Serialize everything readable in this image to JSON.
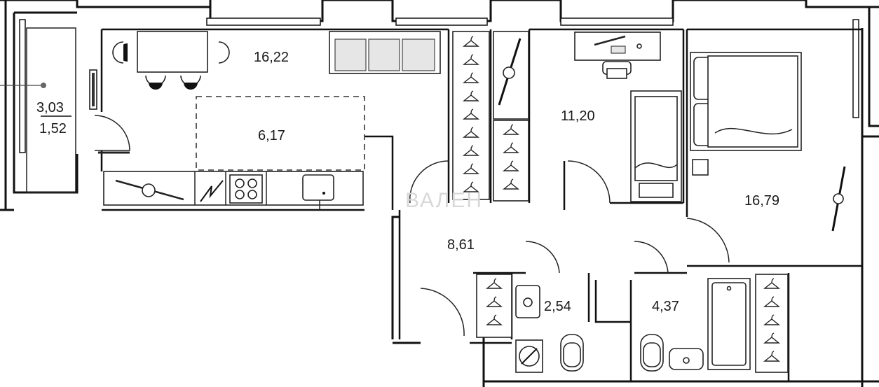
{
  "rooms": {
    "living_kitchen": "16,22",
    "kitchen_zone": "6,17",
    "balcony_total": "3,03",
    "balcony_reduced": "1,52",
    "bedroom_small": "11,20",
    "bedroom_large": "16,79",
    "hallway": "8,61",
    "wc": "2,54",
    "bathroom": "4,37"
  },
  "watermark": "ВАЛЕН",
  "icons": [
    "hanger-icon",
    "sink-icon",
    "stove-icon",
    "washing-machine-icon",
    "toilet-icon",
    "bathtub-icon",
    "bed-icon",
    "sofa-icon",
    "desk-icon",
    "table-icon",
    "tv-icon",
    "electric-panel-icon"
  ]
}
